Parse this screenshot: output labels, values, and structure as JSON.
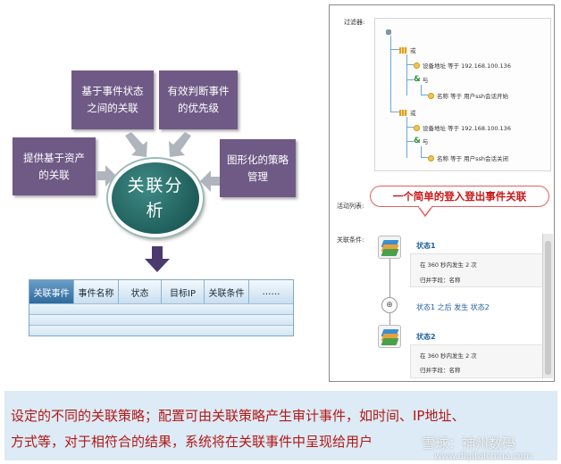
{
  "diagram": {
    "center": "关联分\n析",
    "boxes": {
      "top_left": "基于事件状态\n之间的关联",
      "top_right": "有效判断事件\n的优先级",
      "left": "提供基于资产\n的关联",
      "right": "图形化的策略\n管理"
    },
    "table_headers": [
      "关联事件",
      "事件名称",
      "状态",
      "目标IP",
      "关联条件",
      "……"
    ],
    "colors": {
      "box": "#6f5a86",
      "center": "#1f5e5a",
      "arrow": "#b0b4bc",
      "down_arrow": "#4b3a6e"
    }
  },
  "screenshot": {
    "labels": {
      "filter": "过滤器:",
      "activity": "活动列表:",
      "condition": "关联条件:"
    },
    "tree": {
      "or1": "或",
      "cond1": "设备地址 等于 192.168.100.136",
      "and1": "与",
      "cond2": "名称 等于 用户ssh会话开始",
      "or2": "或",
      "cond3": "设备地址 等于 192.168.100.136",
      "and2": "与",
      "cond4": "名称 等于 用户ssh会话关闭"
    },
    "callout": "一个简单的登入登出事件关联",
    "state1": {
      "title": "状态1",
      "line1": "在 360 秒内发生 2 次",
      "line2": "归并字段：名称"
    },
    "transition": "状态1 之后 发生 状态2",
    "state2": {
      "title": "状态2",
      "line1": "在 360 秒内发生 2 次",
      "line2": "归并字段：名称"
    }
  },
  "caption": {
    "line1": "设定的不同的关联策略；配置可由关联策略产生审计事件，如时间、IP地址、",
    "line2": "方式等，对于相符合的结果，系统将在关联事件中呈现给用户"
  },
  "watermark": {
    "main": "雪球：神州数码",
    "url": "www.digitalchina.com"
  }
}
